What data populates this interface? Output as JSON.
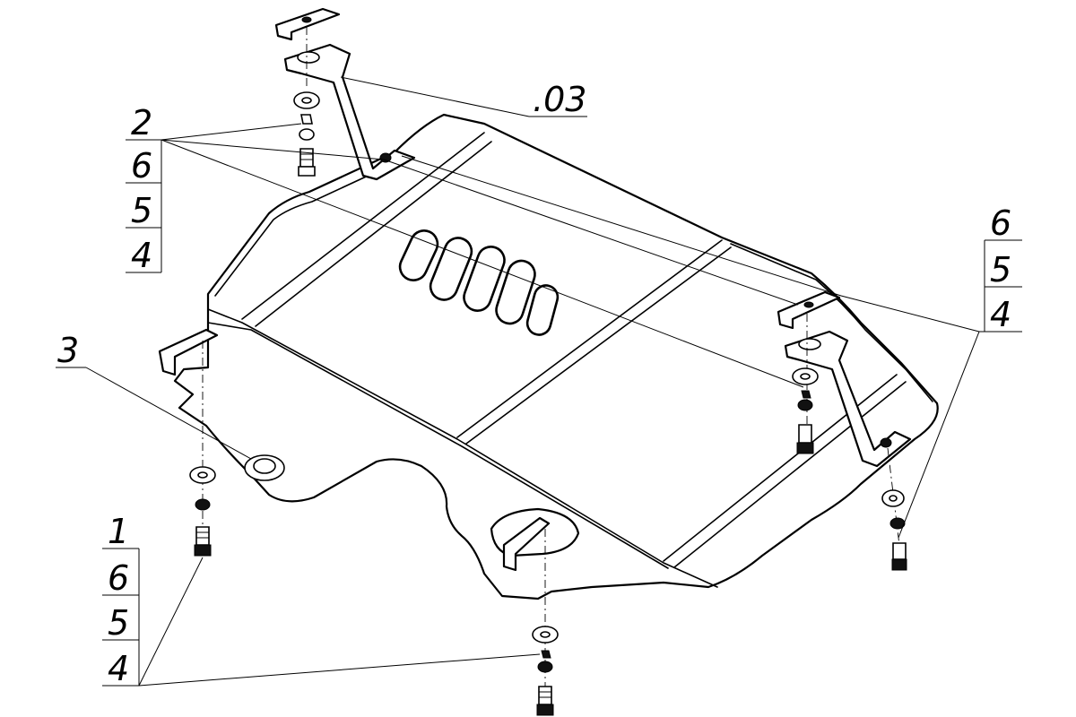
{
  "callouts": {
    "ref_03": ".03",
    "ref_3": "3",
    "group_top_left": [
      "2",
      "6",
      "5",
      "4"
    ],
    "group_right": [
      "6",
      "5",
      "4"
    ],
    "group_bottom_left": [
      "1",
      "6",
      "5",
      "4"
    ]
  }
}
